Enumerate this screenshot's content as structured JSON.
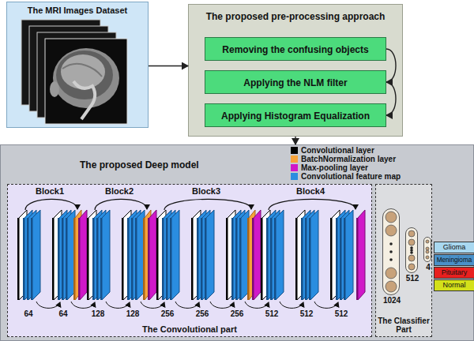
{
  "diagram": {
    "nodes": [
      {
        "text": [
          "The MRI Images Dataset"
        ]
      },
      {
        "text": [
          "The proposed pre-processing approach"
        ]
      },
      {
        "text": [
          "Removing the confusing objects"
        ],
        "in": 1
      },
      {
        "text": [
          "Applying the NLM filter"
        ],
        "in": 1
      },
      {
        "text": [
          "Applying Histogram Equalization"
        ],
        "in": 1
      },
      {
        "text": [
          "The proposed Deep model"
        ]
      },
      {
        "text": [
          "The Convolutional part"
        ],
        "in": 5
      },
      {
        "text": [
          "The Classifier Part"
        ],
        "in": 5
      },
      {
        "text": [
          "1024"
        ],
        "in": 7
      },
      {
        "text": [
          "512"
        ],
        "in": 7
      },
      {
        "text": [
          "4"
        ],
        "in": 7
      },
      {
        "text": [
          "Glioma"
        ],
        "in": 5
      },
      {
        "text": [
          "Meningioma"
        ],
        "in": 5
      },
      {
        "text": [
          "Pituitary"
        ],
        "in": 5
      },
      {
        "text": [
          "Normal"
        ],
        "in": 5
      }
    ],
    "edges": [
      {
        "from": 0,
        "to": 1,
        "arrow": "to"
      },
      {
        "from": 1,
        "to": 5,
        "arrow": "to"
      },
      {
        "from": 2,
        "to": 3,
        "arrow": "to"
      },
      {
        "from": 3,
        "to": 4,
        "arrow": "to"
      }
    ],
    "labels": [
      "Block1",
      "Block2",
      "Block3",
      "Block4",
      "64",
      "64",
      "128",
      "128",
      "256",
      "256",
      "256",
      "512",
      "512",
      "512"
    ],
    "legend": [
      {
        "text": "Convolutional layer",
        "color": "#000000"
      },
      {
        "text": "BatchNormalization layer",
        "color": "#f7a33a"
      },
      {
        "text": "Max-pooling layer",
        "color": "#d018c8"
      },
      {
        "text": "Convolutional feature map",
        "color": "#2a8de0"
      }
    ]
  }
}
